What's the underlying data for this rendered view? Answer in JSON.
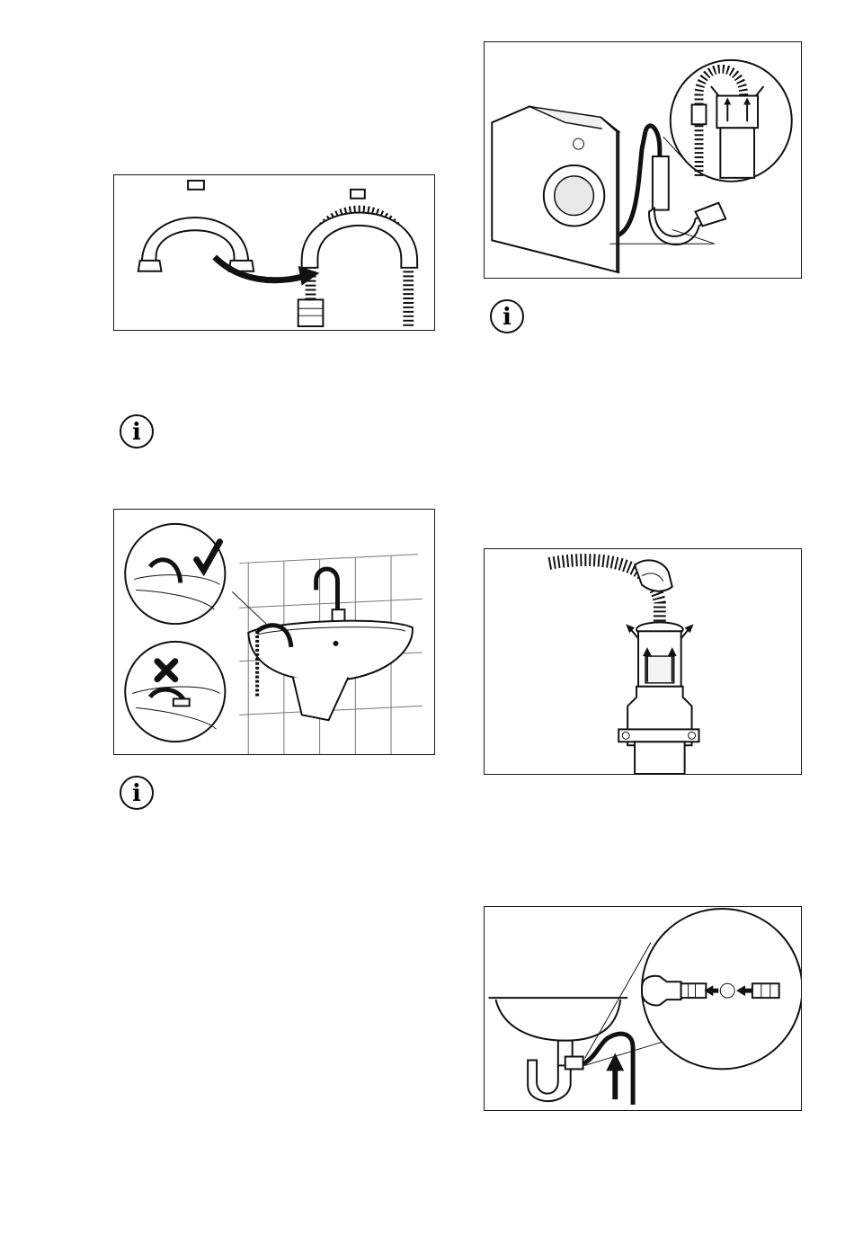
{
  "figures": [
    {
      "name": "hose-guide-fitting",
      "icon": "hose-guide-icon"
    },
    {
      "name": "washer-hose-standpipe",
      "icon": "washing-machine-icon"
    },
    {
      "name": "sink-edge-hose",
      "icon": "sink-icon"
    },
    {
      "name": "hand-hose-standpipe",
      "icon": "hand-hose-icon"
    },
    {
      "name": "sink-trap-connection",
      "icon": "sink-trap-icon"
    }
  ],
  "info_icons": [
    {
      "icon": "info-icon",
      "glyph": "i"
    },
    {
      "icon": "info-icon",
      "glyph": "i"
    },
    {
      "icon": "info-icon",
      "glyph": "i"
    }
  ],
  "colors": {
    "line": "#111111",
    "background": "#ffffff"
  }
}
